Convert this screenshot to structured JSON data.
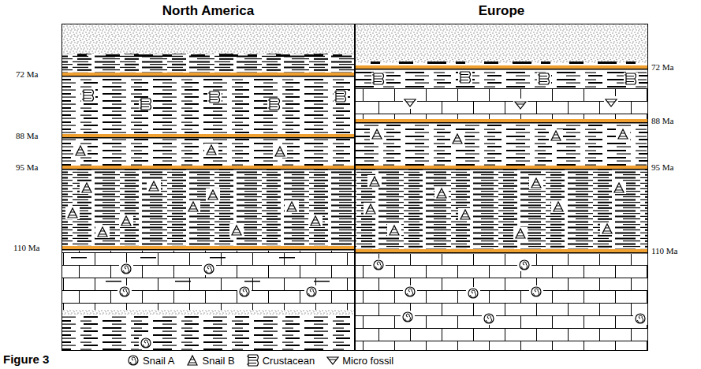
{
  "diagram": {
    "caption": "Figure 3",
    "nodes": [
      {
        "text": [
          "North America"
        ]
      },
      {
        "text": [
          "Europe"
        ]
      }
    ],
    "labels": [
      "72 Ma",
      "88 Ma",
      "95 Ma",
      "110 Ma",
      "72 Ma",
      "88 Ma",
      "95 Ma",
      "110 Ma"
    ],
    "legend": [
      {
        "text": "Snail A"
      },
      {
        "text": "Snail B"
      },
      {
        "text": "Crustacean"
      },
      {
        "text": "Micro fossil"
      }
    ]
  }
}
